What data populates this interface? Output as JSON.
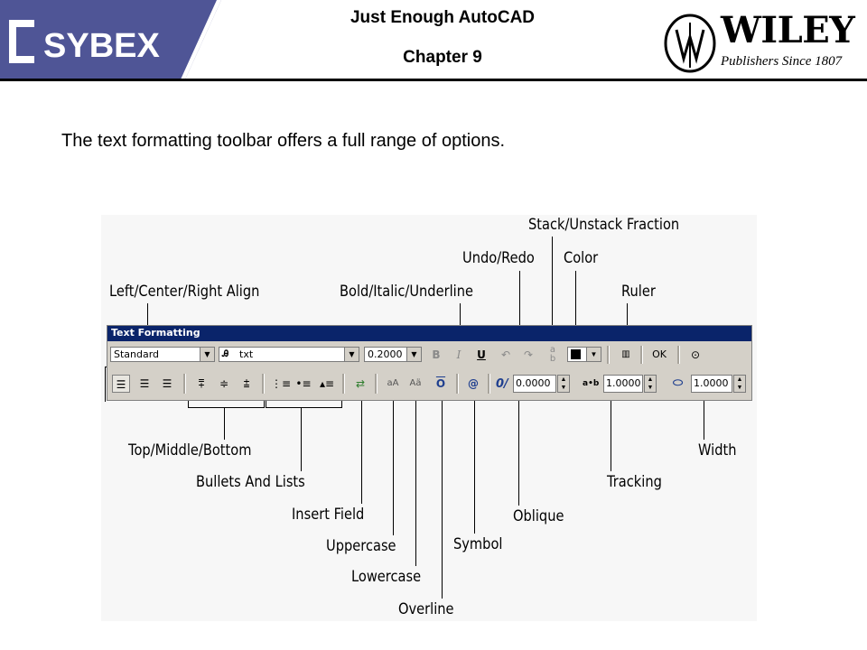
{
  "header": {
    "title_line1": "Just Enough AutoCAD",
    "title_line2": "Chapter 9",
    "left_logo": "SYBEX",
    "right_logo": "WILEY",
    "right_logo_tagline": "Publishers Since 1807"
  },
  "subtitle": "The text formatting toolbar offers a full range of options.",
  "toolbar": {
    "title": "Text Formatting",
    "style_value": "Standard",
    "font_value": "txt",
    "height_value": "0.2000",
    "bold": "B",
    "italic": "I",
    "underline": "U",
    "ok_label": "OK",
    "oblique_value": "0.0000",
    "tracking_prefix": "a•b",
    "tracking_value": "1.0000",
    "width_value": "1.0000",
    "color": "#000000",
    "title_bar_color": "#0a246a"
  },
  "callouts": {
    "stack": "Stack/Unstack Fraction",
    "undo_redo": "Undo/Redo",
    "color": "Color",
    "align": "Left/Center/Right Align",
    "bold_italic": "Bold/Italic/Underline",
    "ruler": "Ruler",
    "top_mid_bottom": "Top/Middle/Bottom",
    "bullets": "Bullets And Lists",
    "insert_field": "Insert Field",
    "uppercase": "Uppercase",
    "lowercase": "Lowercase",
    "overline": "Overline",
    "symbol": "Symbol",
    "oblique": "Oblique",
    "tracking": "Tracking",
    "width": "Width"
  }
}
